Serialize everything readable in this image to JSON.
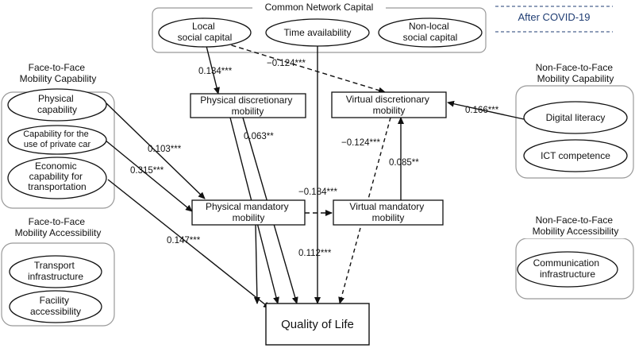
{
  "legend": {
    "label": "After COVID-19",
    "color": "#1f3d73"
  },
  "groups": {
    "common_network_capital": "Common Network Capital",
    "f2f_mobility_capability": [
      "Face-to-Face",
      "Mobility Capability"
    ],
    "f2f_mobility_accessibility": [
      "Face-to-Face",
      "Mobility Accessibility"
    ],
    "nf2f_mobility_capability": [
      "Non-Face-to-Face",
      "Mobility Capability"
    ],
    "nf2f_mobility_accessibility": [
      "Non-Face-to-Face",
      "Mobility Accessibility"
    ]
  },
  "nodes": {
    "local_social_capital": [
      "Local",
      "social capital"
    ],
    "time_availability": [
      "Time availability"
    ],
    "nonlocal_social_capital": [
      "Non-local",
      "social capital"
    ],
    "physical_capability": [
      "Physical",
      "capability"
    ],
    "capability_private_car": [
      "Capability for the",
      "use of private car"
    ],
    "economic_capability": [
      "Economic",
      "capability for",
      "transportation"
    ],
    "transport_infrastructure": [
      "Transport",
      "infrastructure"
    ],
    "facility_accessibility": [
      "Facility",
      "accessibility"
    ],
    "physical_discretionary_mobility": [
      "Physical discretionary",
      "mobility"
    ],
    "virtual_discretionary_mobility": [
      "Virtual discretionary",
      "mobility"
    ],
    "physical_mandatory_mobility": [
      "Physical mandatory",
      "mobility"
    ],
    "virtual_mandatory_mobility": [
      "Virtual mandatory",
      "mobility"
    ],
    "quality_of_life": [
      "Quality of Life"
    ],
    "digital_literacy": [
      "Digital literacy"
    ],
    "ict_competence": [
      "ICT competence"
    ],
    "communication_infrastructure": [
      "Communication",
      "infrastructure"
    ]
  },
  "coefficients": {
    "local_to_pdm": "0.134***",
    "local_to_vdm": "−0.124***",
    "digital_to_vdm": "0.166***",
    "pdm_to_qol": "0.063**",
    "physcap_to_pmm": "0.103***",
    "car_to_pmm": "0.315***",
    "econ_to_qol": "0.147***",
    "vdm_to_qol": "−0.124***",
    "vmm_to_vdm": "0.085**",
    "time_to_qol": "−0.184***",
    "pmm_to_qol": "0.112***"
  }
}
